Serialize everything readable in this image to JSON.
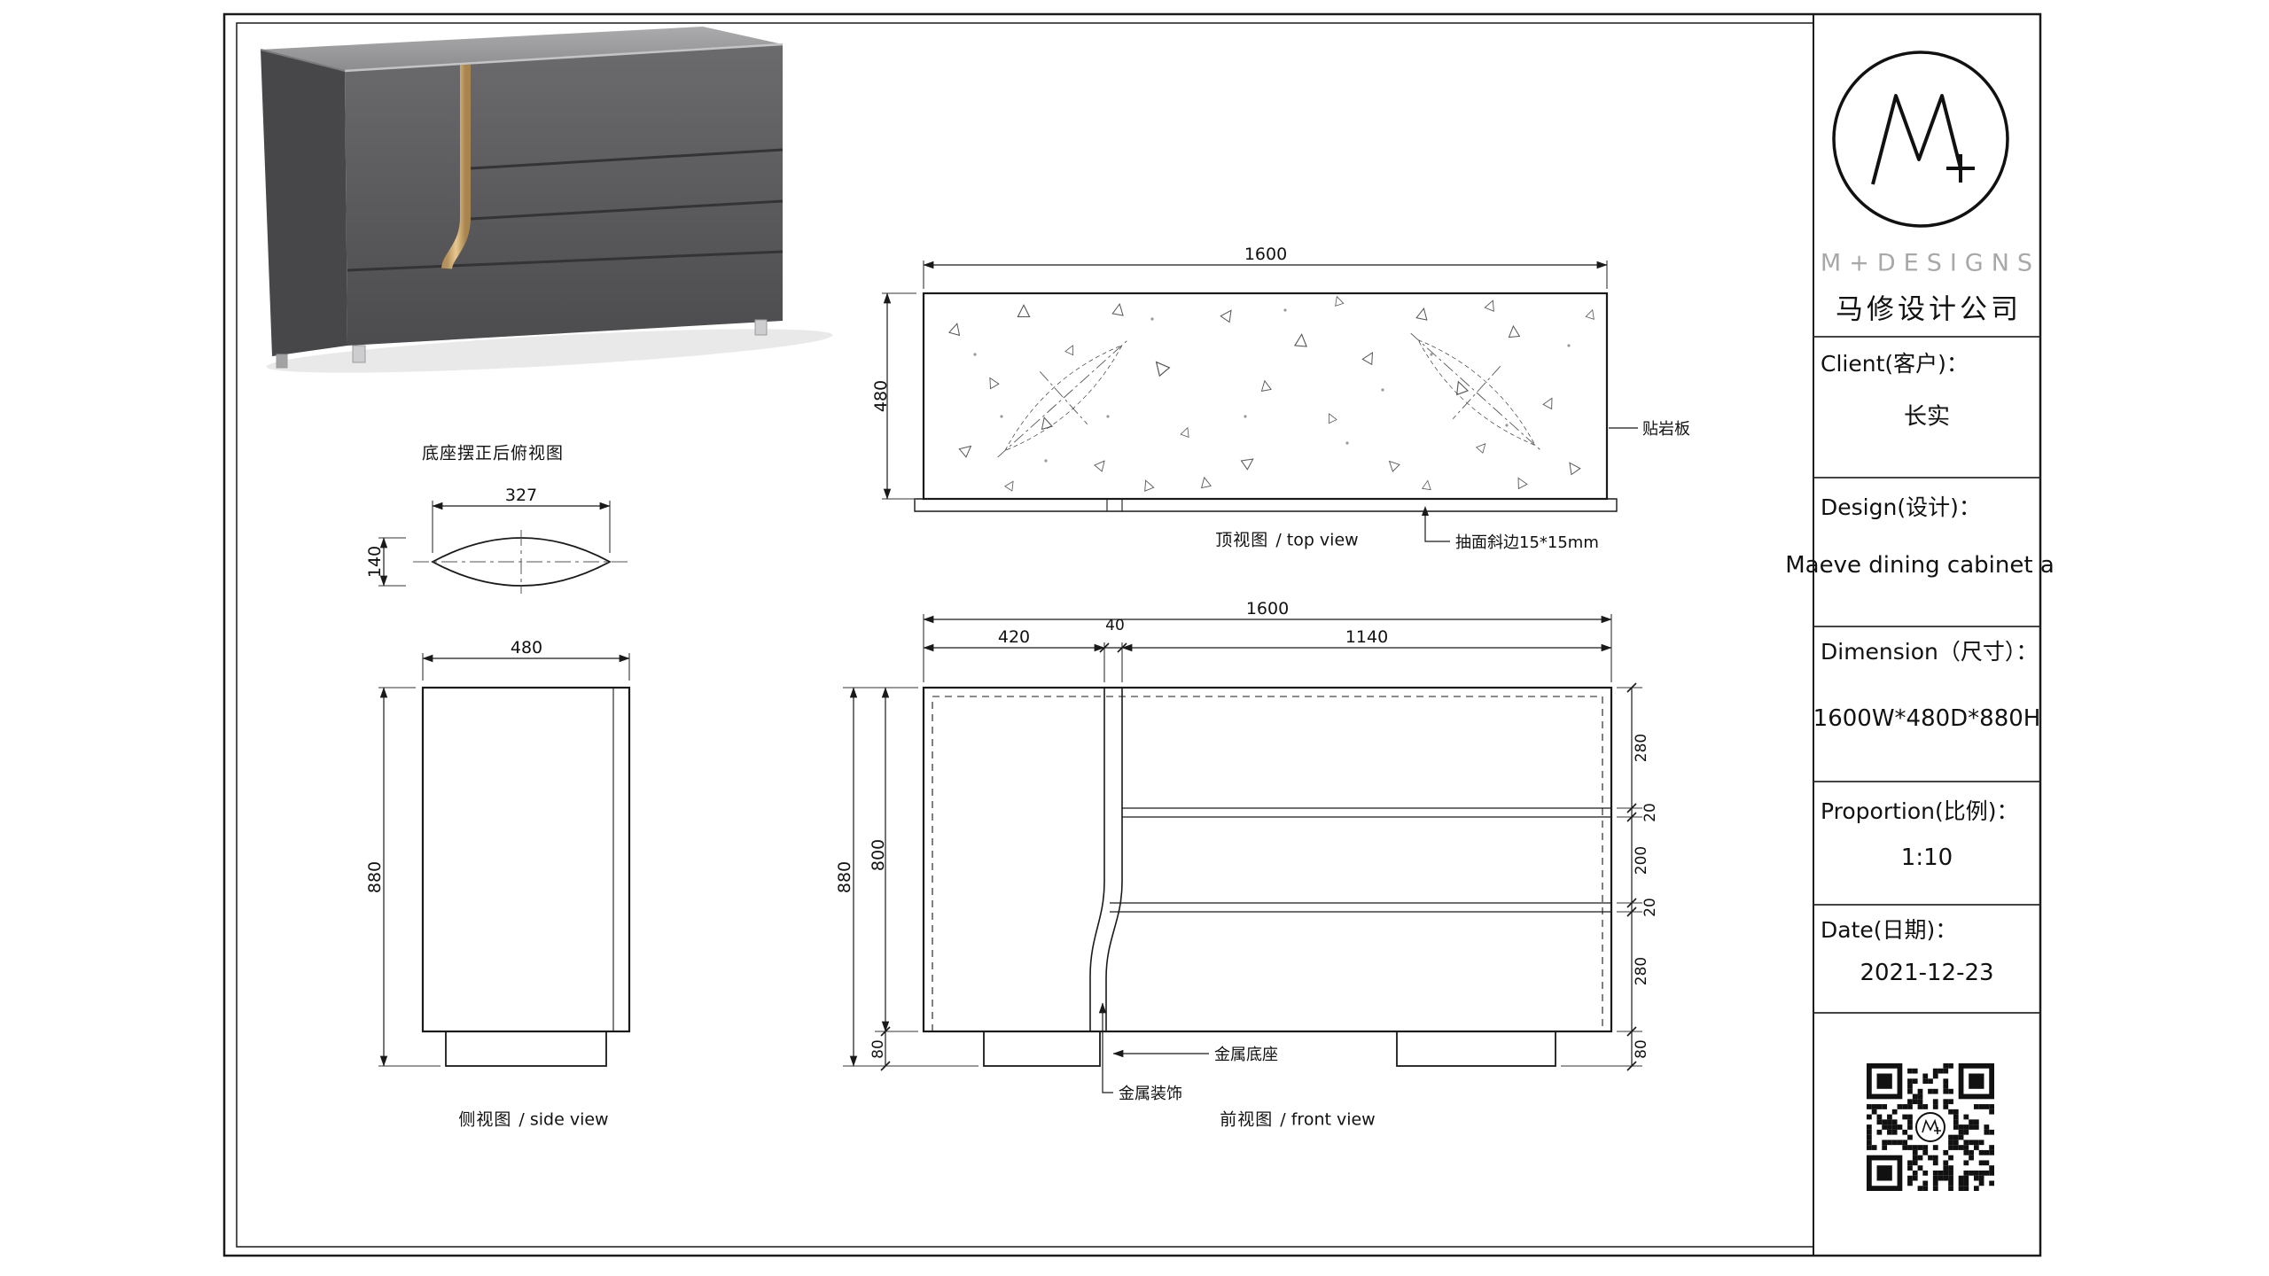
{
  "brand": {
    "logo_text": "M+DESIGNS",
    "company_cn": "马修设计公司"
  },
  "title_block": {
    "client_label": "Client(客户)：",
    "client_value": "长实",
    "design_label": "Design(设计)：",
    "design_value": "Maeve dining cabinet a",
    "dimension_label": "Dimension（尺寸）：",
    "dimension_value": "1600W*480D*880H",
    "proportion_label": "Proportion(比例)：",
    "proportion_value": "1:10",
    "date_label": "Date(日期)：",
    "date_value": "2021-12-23"
  },
  "drawings": {
    "base_top_view": {
      "caption": "底座摆正后俯视图",
      "width_dim": "327",
      "height_dim": "140"
    },
    "side_view": {
      "caption_cn": "侧视图",
      "caption_en": "/ side view",
      "width_dim": "480",
      "height_dim": "880"
    },
    "top_view": {
      "caption_cn": "顶视图",
      "caption_en": "/ top view",
      "width_dim": "1600",
      "depth_dim": "480",
      "note_slab": "贴岩板",
      "note_bevel": "抽面斜边15*15mm"
    },
    "front_view": {
      "caption_cn": "前视图",
      "caption_en": "/ front view",
      "total_width_dim": "1600",
      "door_dim": "420",
      "strip_dim": "40",
      "drawers_dim": "1140",
      "total_height_dim": "880",
      "body_height_dim": "800",
      "base_height_dim": "80",
      "right_dims": [
        "280",
        "20",
        "200",
        "20",
        "280",
        "80"
      ],
      "note_metal_base": "金属底座",
      "note_metal_deco": "金属装饰"
    }
  },
  "colors": {
    "line": "#1a1a1a",
    "gold": "#c9a96a",
    "cabinet_gray": "#5a5a5c"
  }
}
